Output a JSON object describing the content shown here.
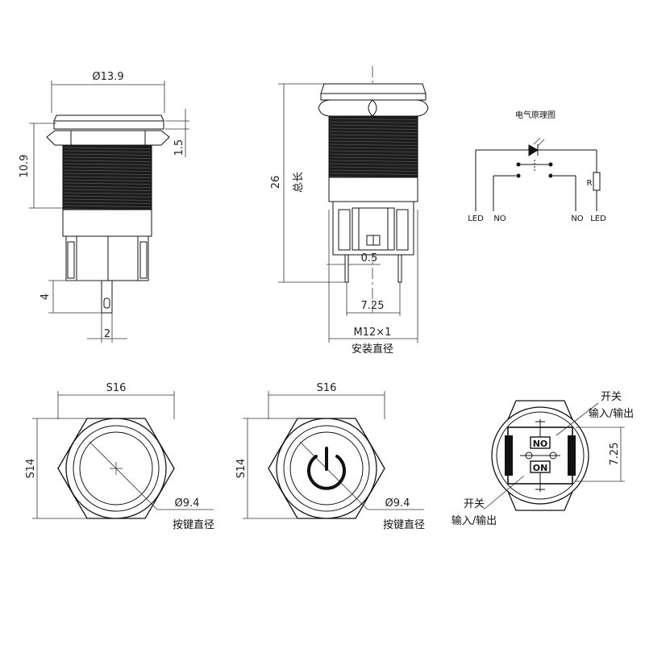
{
  "side_view": {
    "dia_label": "Ø13.9",
    "height_label": "10.9",
    "flange_label": "1.5",
    "pin_len_label": "4",
    "pin_w_label": "2"
  },
  "front_profile": {
    "total_label": "26",
    "total_cn": "总长",
    "pin_thk_label": "0.5",
    "pin_pitch_label": "7.25",
    "thread_label": "M12×1",
    "thread_cn": "安装直径"
  },
  "schematic": {
    "title": "电气原理图",
    "resistor": "R",
    "led_left": "LED",
    "no_left": "NO",
    "no_right": "NO",
    "led_right": "LED"
  },
  "top_plain": {
    "width_label": "S16",
    "height_label": "S14",
    "dia_label": "Ø9.4",
    "dia_cn": "按键直径"
  },
  "top_power": {
    "width_label": "S16",
    "height_label": "S14",
    "dia_label": "Ø9.4",
    "dia_cn": "按键直径"
  },
  "bottom_view": {
    "no_text": "NO",
    "on_text": "ON",
    "pitch_label": "7.25",
    "top_note_1": "开关",
    "top_note_2": "输入/输出",
    "bottom_note_1": "开关",
    "bottom_note_2": "输入/输出"
  }
}
